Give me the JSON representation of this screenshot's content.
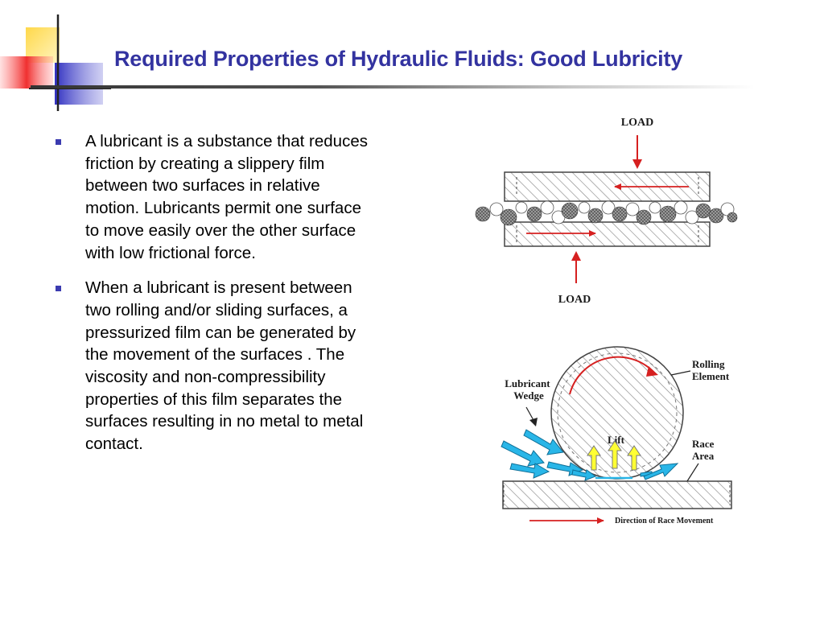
{
  "slide": {
    "title": "Required Properties of Hydraulic Fluids: Good Lubricity",
    "bullets": [
      "A lubricant is a substance that reduces friction by creating a slippery film between two surfaces in relative motion. Lubricants permit one surface to move easily over the other surface with low frictional force.",
      "When a lubricant is present between two rolling and/or sliding surfaces, a pressurized film can be generated by the movement of the surfaces . The viscosity and non-compressibility properties of this film separates the surfaces resulting in no metal to metal contact."
    ]
  },
  "diagram_top": {
    "load_top": "LOAD",
    "load_bottom": "LOAD"
  },
  "diagram_bottom": {
    "rolling_element": [
      "Rolling",
      "Element"
    ],
    "lubricant_wedge": [
      "Lubricant",
      "Wedge"
    ],
    "lift": "Lift",
    "race_area": [
      "Race",
      "Area"
    ],
    "direction": "Direction of Race Movement"
  },
  "colors": {
    "title": "#3333a0",
    "bullet": "#3b3bb0",
    "arrow_red": "#d62020",
    "arrow_blue": "#29b6e8",
    "arrow_yellow": "#ffff33"
  }
}
